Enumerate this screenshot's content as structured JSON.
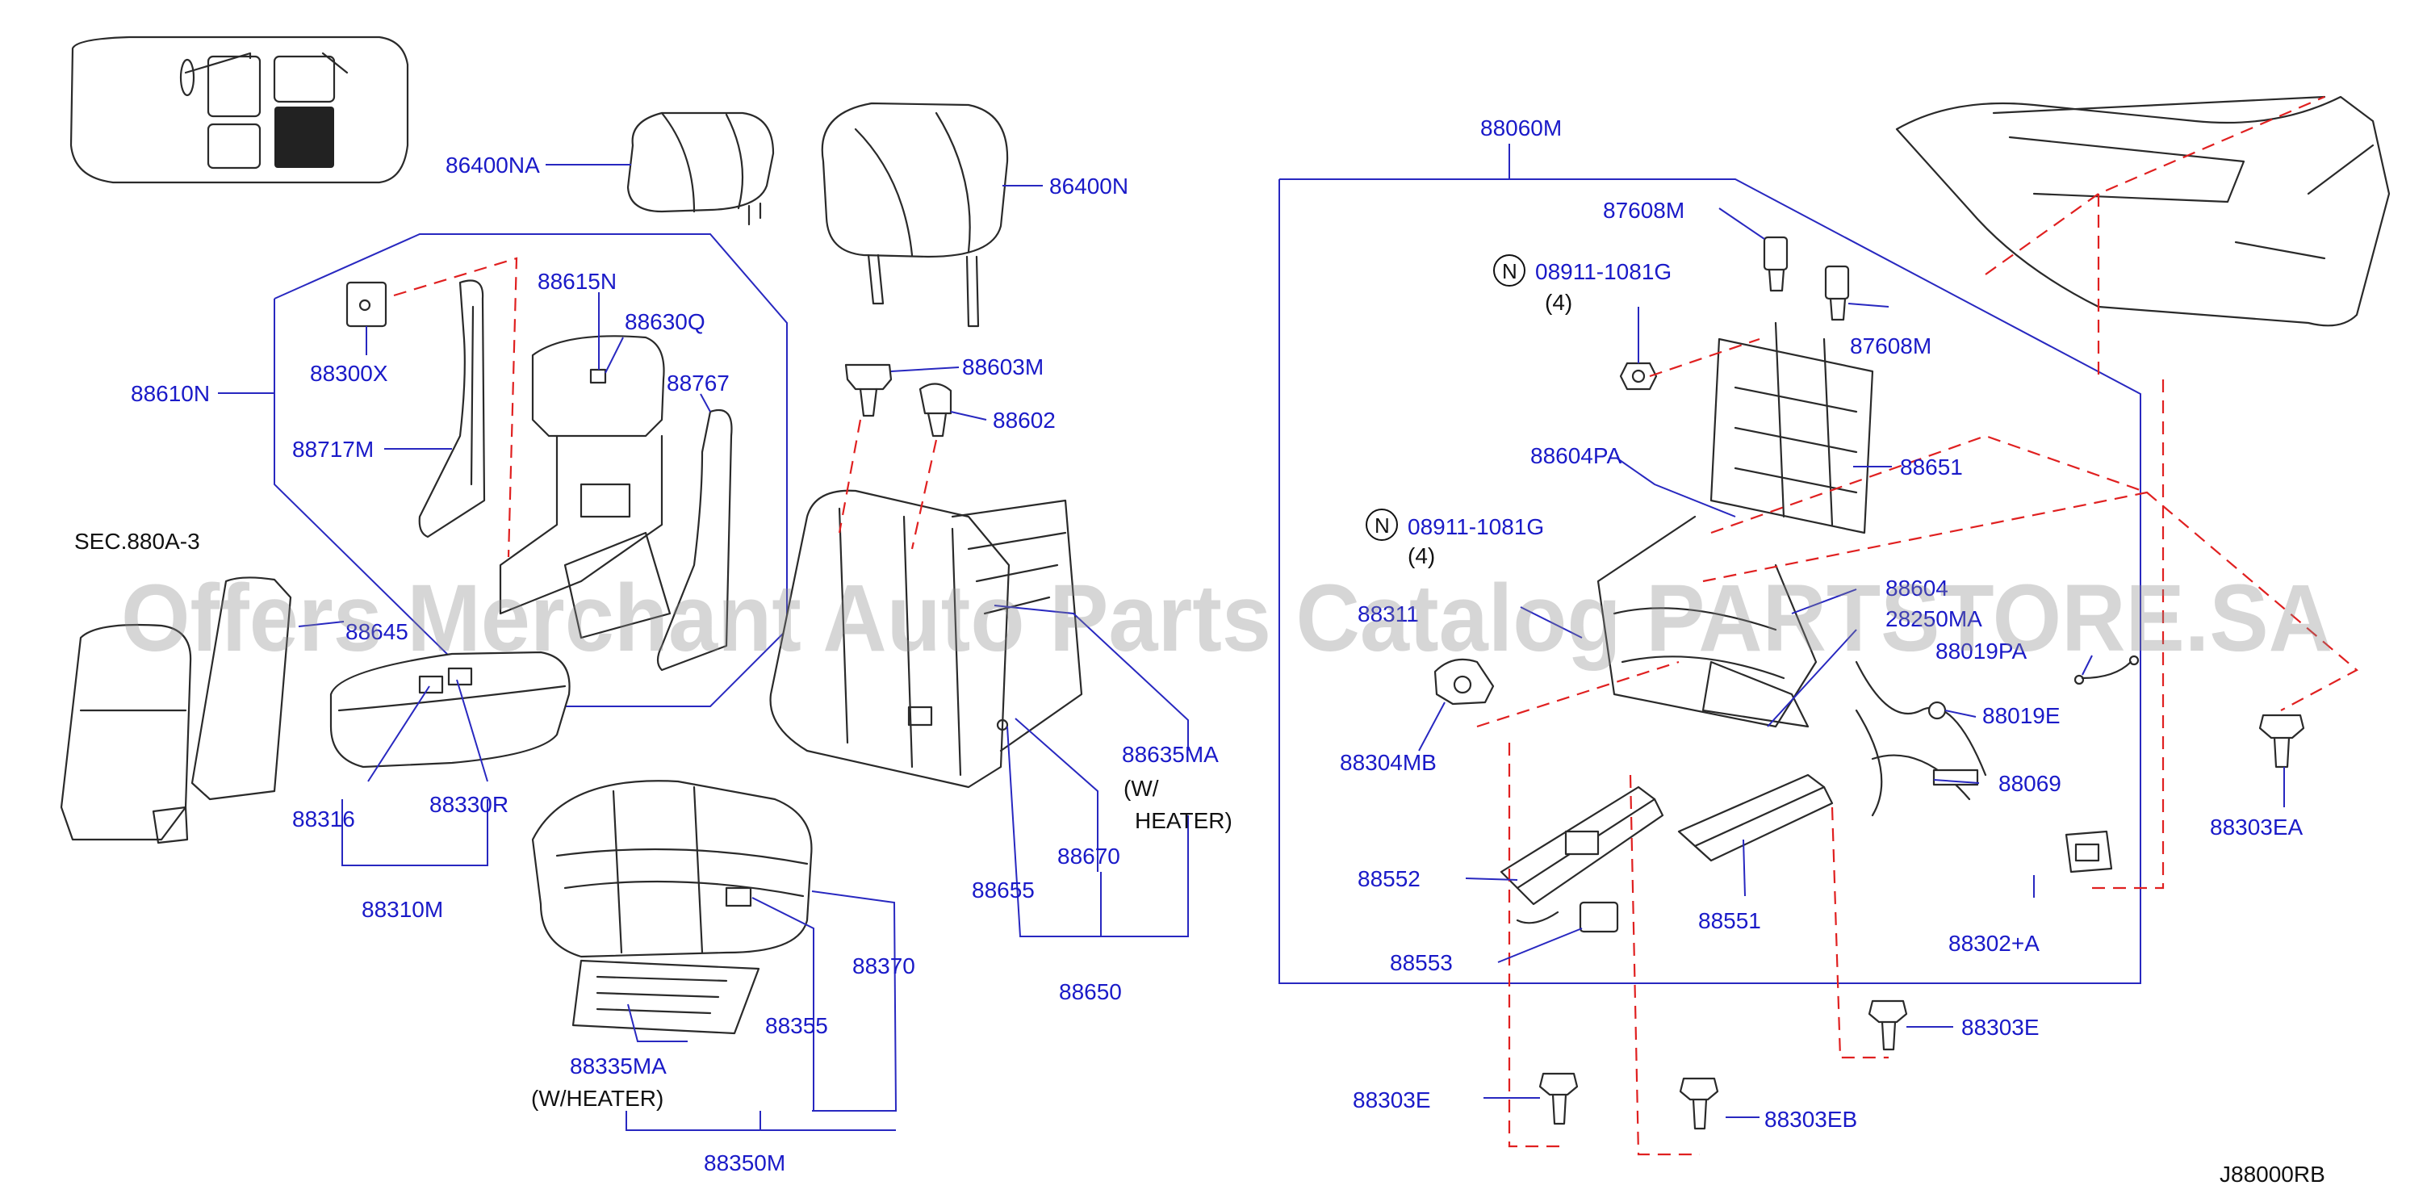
{
  "diagram": {
    "code": "J88000RB",
    "watermark": "Offers Merchant Auto Parts Catalog PARTSTORE.SA",
    "parts": {
      "p86400NA": "86400NA",
      "p86400N": "86400N",
      "p88610N": "88610N",
      "p88615N": "88615N",
      "p88630Q": "88630Q",
      "p88300X": "88300X",
      "p88767": "88767",
      "p88717M": "88717M",
      "p88603M": "88603M",
      "p88602": "88602",
      "sec880A3": "SEC.880A-3",
      "p88645": "88645",
      "p88316": "88316",
      "p88330R": "88330R",
      "p88310M": "88310M",
      "p88635MA": "88635MA",
      "w_heater_a": "(W/",
      "w_heater_b": "HEATER)",
      "p88655": "88655",
      "p88670": "88670",
      "p88650": "88650",
      "p88370": "88370",
      "p88355": "88355",
      "p88335MA": "88335MA",
      "w_heater2": "(W/HEATER)",
      "p88350M": "88350M",
      "p88060M": "88060M",
      "p87608M_a": "87608M",
      "p87608M_b": "87608M",
      "n_mark_a": "N",
      "bolt_a": "08911-1081G",
      "qty_a": "(4)",
      "n_mark_b": "N",
      "bolt_b": "08911-1081G",
      "qty_b": "(4)",
      "p88604PA": "88604PA",
      "p88651": "88651",
      "p88311": "88311",
      "p88604": "88604",
      "p28250MA": "28250MA",
      "p88019PA": "88019PA",
      "p88019E": "88019E",
      "p88069": "88069",
      "p88304MB": "88304MB",
      "p88552": "88552",
      "p88553": "88553",
      "p88551": "88551",
      "p88302A": "88302+A",
      "p88303EA": "88303EA",
      "p88303E_a": "88303E",
      "p88303E_b": "88303E",
      "p88303EB": "88303EB"
    }
  },
  "colors": {
    "label": "#1a1ac8",
    "leader": "#2828c0",
    "dashed": "#e02020",
    "artwork": "#2a2a2a"
  }
}
